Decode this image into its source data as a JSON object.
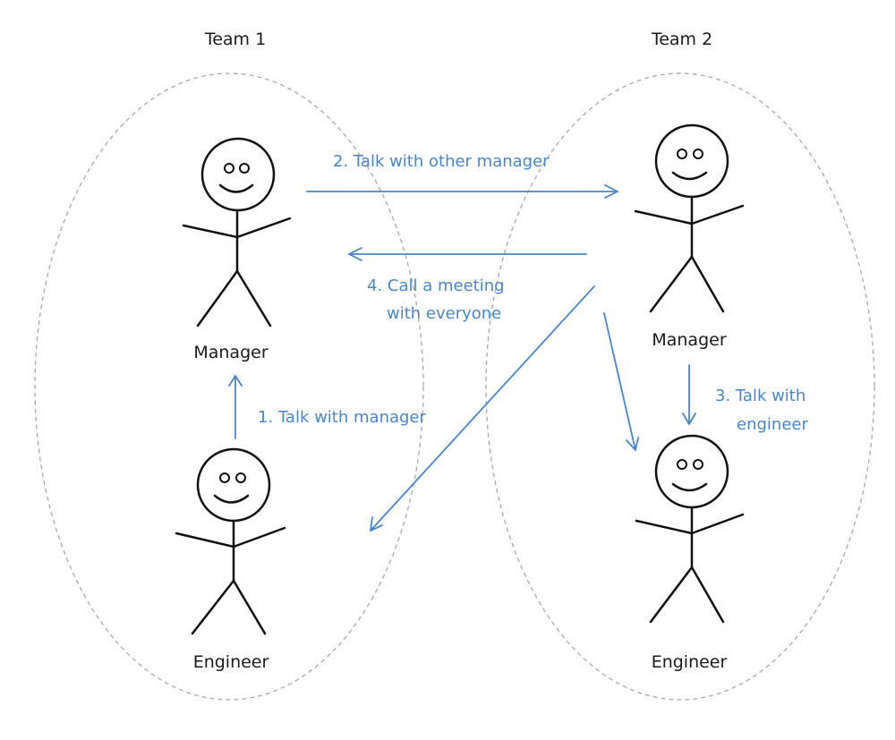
{
  "diagram": {
    "teams": [
      {
        "title": "Team 1"
      },
      {
        "title": "Team 2"
      }
    ],
    "roles": {
      "team1_manager": "Manager",
      "team1_engineer": "Engineer",
      "team2_manager": "Manager",
      "team2_engineer": "Engineer"
    },
    "steps": {
      "step1": "1. Talk with manager",
      "step2": "2. Talk with other manager",
      "step3_line1": "3. Talk with",
      "step3_line2": "engineer",
      "step4_line1": "4. Call a meeting",
      "step4_line2": "with everyone"
    },
    "colors": {
      "flow_arrows": "#4a86c8",
      "figures": "#111111",
      "team_boundary": "#a9a9a9"
    }
  }
}
